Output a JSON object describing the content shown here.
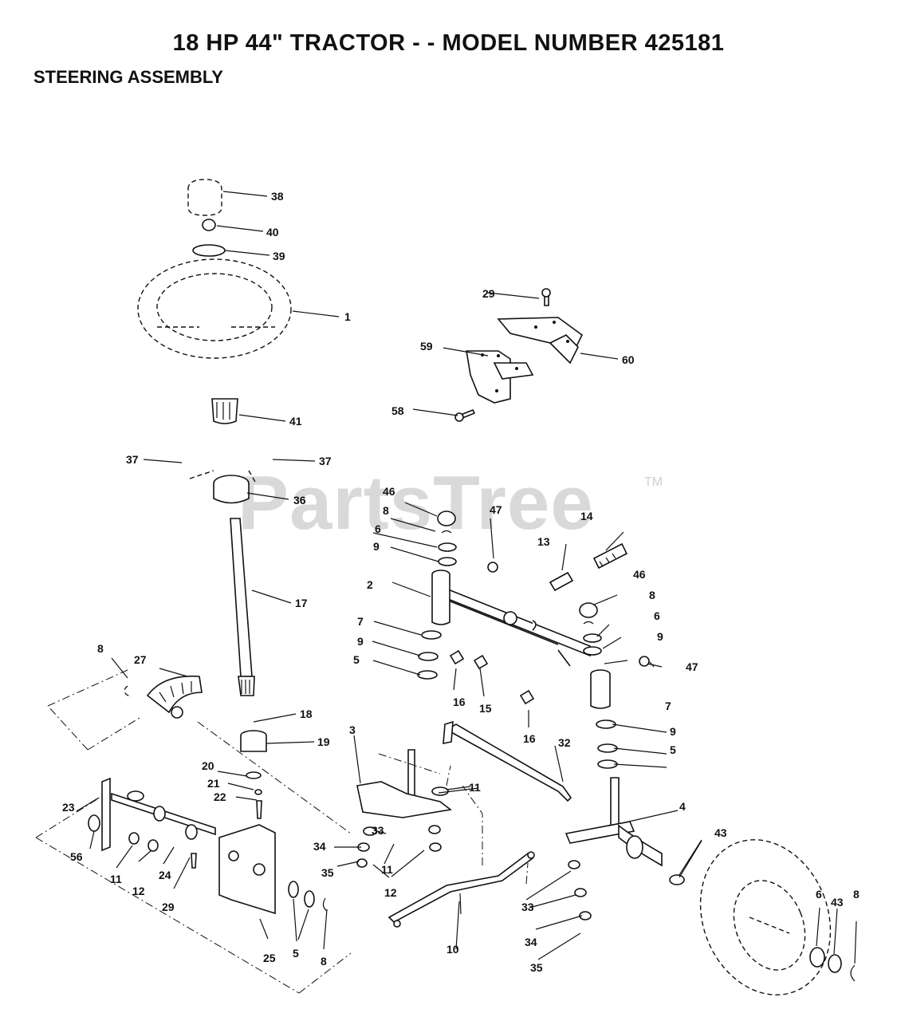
{
  "title": "18 HP 44\" TRACTOR - - MODEL NUMBER 425181",
  "subtitle": "STEERING ASSEMBLY",
  "watermark": "PartsTree",
  "trademark": "TM",
  "callouts": {
    "c1": "1",
    "c2": "2",
    "c3": "3",
    "c4": "4",
    "c5a": "5",
    "c5b": "5",
    "c5c": "5",
    "c6a": "6",
    "c6b": "6",
    "c6c": "6",
    "c7a": "7",
    "c7b": "7",
    "c8a": "8",
    "c8b": "8",
    "c8c": "8",
    "c8d": "8",
    "c8e": "8",
    "c9a": "9",
    "c9b": "9",
    "c9c": "9",
    "c9d": "9",
    "c10": "10",
    "c11a": "11",
    "c11b": "11",
    "c11c": "11",
    "c12a": "12",
    "c12b": "12",
    "c13": "13",
    "c14": "14",
    "c15": "15",
    "c16a": "16",
    "c16b": "16",
    "c17": "17",
    "c18": "18",
    "c19": "19",
    "c20": "20",
    "c21": "21",
    "c22": "22",
    "c23": "23",
    "c24": "24",
    "c25": "25",
    "c27": "27",
    "c29a": "29",
    "c29b": "29",
    "c32": "32",
    "c33a": "33",
    "c33b": "33",
    "c34a": "34",
    "c34b": "34",
    "c35a": "35",
    "c35b": "35",
    "c36": "36",
    "c37a": "37",
    "c37b": "37",
    "c38": "38",
    "c39": "39",
    "c40": "40",
    "c41": "41",
    "c43a": "43",
    "c43b": "43",
    "c46a": "46",
    "c46b": "46",
    "c47a": "47",
    "c47b": "47",
    "c56": "56",
    "c58": "58",
    "c59": "59",
    "c60": "60"
  }
}
